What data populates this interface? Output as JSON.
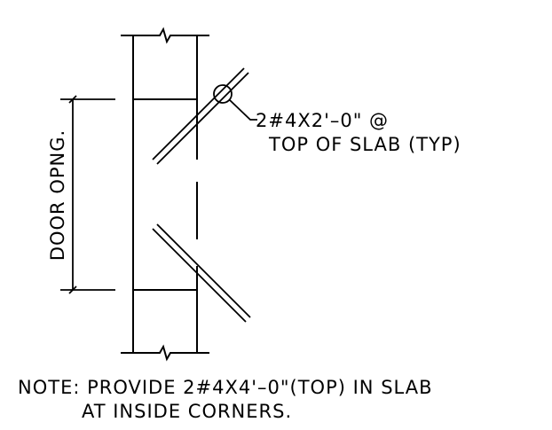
{
  "detail": {
    "dimension_label": "DOOR OPNG.",
    "callout_line1": "2#4X2'–0\" @",
    "callout_line2": "TOP OF SLAB (TYP)",
    "note_line1": "NOTE: PROVIDE 2#4X4'–0\"(TOP) IN SLAB",
    "note_line2": "AT INSIDE CORNERS."
  }
}
